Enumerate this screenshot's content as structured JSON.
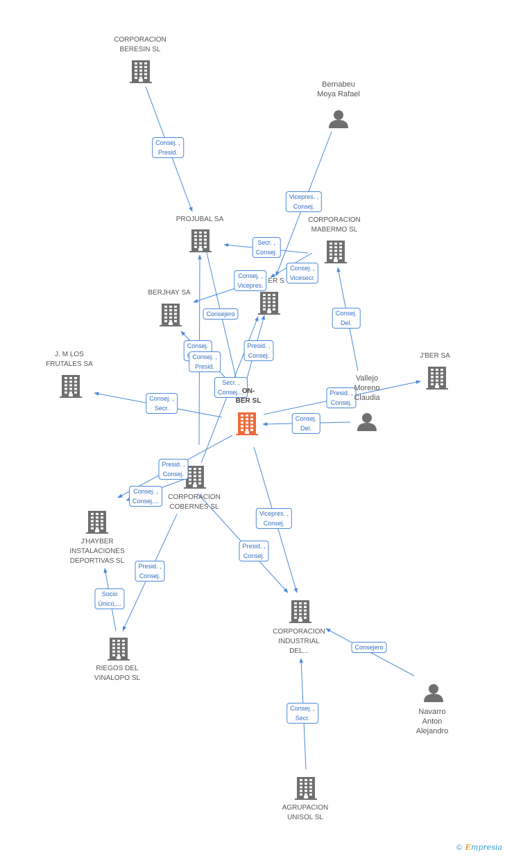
{
  "colors": {
    "edge": "#4a8ad8",
    "building": "#6f6f6f",
    "focus": "#ef6a3a",
    "person": "#6f6f6f"
  },
  "nodes": [
    {
      "id": "beresin",
      "kind": "building",
      "label": [
        "CORPORACION",
        "BERESIN SL"
      ]
    },
    {
      "id": "bernabeu",
      "kind": "person",
      "label": [
        "Bernabeu",
        "Moya Rafael"
      ]
    },
    {
      "id": "projubal",
      "kind": "building",
      "label": [
        "PROJUBAL SA"
      ]
    },
    {
      "id": "mabermo",
      "kind": "building",
      "label": [
        "CORPORACION",
        "MABERMO SL"
      ]
    },
    {
      "id": "berhidden",
      "kind": "building",
      "label": [
        "ER S"
      ]
    },
    {
      "id": "berjhay",
      "kind": "building",
      "label": [
        "BERJHAY SA"
      ]
    },
    {
      "id": "jmlos",
      "kind": "building",
      "label": [
        "J. M LOS",
        "FRUTALES SA"
      ]
    },
    {
      "id": "jber",
      "kind": "building",
      "label": [
        "J'BER SA"
      ]
    },
    {
      "id": "vallejo",
      "kind": "person",
      "label": [
        "Vallejo",
        "Moreno",
        "Claudia"
      ]
    },
    {
      "id": "focus",
      "kind": "focus",
      "label": [
        "ON-",
        "BER SL"
      ]
    },
    {
      "id": "cobernes",
      "kind": "building",
      "label": [
        "CORPORACION",
        "COBERNES SL"
      ]
    },
    {
      "id": "jhayber",
      "kind": "building",
      "label": [
        "J'HAYBER",
        "INSTALACIONES",
        "DEPORTIVAS SL"
      ]
    },
    {
      "id": "riegos",
      "kind": "building",
      "label": [
        "RIEGOS DEL",
        "VINALOPO SL"
      ]
    },
    {
      "id": "industrial",
      "kind": "building",
      "label": [
        "CORPORACION",
        "INDUSTRIAL",
        "DEL..."
      ]
    },
    {
      "id": "navarro",
      "kind": "person",
      "label": [
        "Navarro",
        "Anton",
        "Alejandro"
      ]
    },
    {
      "id": "unisol",
      "kind": "building",
      "label": [
        "AGRUPACION",
        "UNISOL  SL"
      ]
    }
  ],
  "edges": [
    {
      "from": "beresin",
      "to": "projubal",
      "label": [
        "Consej. ,",
        "Presid."
      ]
    },
    {
      "from": "bernabeu",
      "to": "berhidden",
      "label": [
        "Vicepres. ,",
        "Consej."
      ]
    },
    {
      "from": "mabermo",
      "to": "projubal",
      "label": [
        "Secr. ,",
        "Consej."
      ]
    },
    {
      "from": "mabermo",
      "to": "berhidden",
      "label": [
        "Consej. ,",
        "Vicesecr."
      ]
    },
    {
      "from": "focus",
      "to": "berjhay",
      "label": [
        "Consej. ,",
        "Vicepres."
      ]
    },
    {
      "from": "focus",
      "to": "projubal",
      "label": [
        "Consejero"
      ]
    },
    {
      "from": "focus",
      "to": "berhidden",
      "label": [
        "Presid. ,",
        "Consej."
      ]
    },
    {
      "from": "vallejo",
      "to": "mabermo",
      "label": [
        "Consej.",
        "Del."
      ]
    },
    {
      "from": "focus",
      "to": "berjhay",
      "label": [
        "Consej.",
        "Consej."
      ]
    },
    {
      "from": "cobernes",
      "to": "berjhay",
      "label": [
        "Consej. ,",
        "Presid."
      ]
    },
    {
      "from": "cobernes",
      "to": "berhidden",
      "label": [
        "Secr. ,",
        "Consej...."
      ]
    },
    {
      "from": "focus",
      "to": "jmlos",
      "label": [
        "Consej. ,",
        "Secr."
      ]
    },
    {
      "from": "focus",
      "to": "jber",
      "label": [
        "Presid. ,",
        "Consej."
      ]
    },
    {
      "from": "vallejo",
      "to": "focus",
      "label": [
        "Consej.",
        "Del."
      ]
    },
    {
      "from": "focus",
      "to": "jhayber",
      "label": [
        "Presid. ,",
        "Consej."
      ]
    },
    {
      "from": "cobernes",
      "to": "jhayber",
      "label": [
        "Consej. ,",
        "Consej...."
      ]
    },
    {
      "from": "focus",
      "to": "industrial",
      "label": [
        "Vicepres. ,",
        "Consej."
      ]
    },
    {
      "from": "cobernes",
      "to": "industrial",
      "label": [
        "Presid. ,",
        "Consej."
      ]
    },
    {
      "from": "cobernes",
      "to": "riegos",
      "label": [
        "Presid. ,",
        "Consej."
      ]
    },
    {
      "from": "riegos",
      "to": "jhayber",
      "label": [
        "Socio",
        "Único,..."
      ]
    },
    {
      "from": "navarro",
      "to": "industrial",
      "label": [
        "Consejero"
      ]
    },
    {
      "from": "unisol",
      "to": "industrial",
      "label": [
        "Consej. ,",
        "Secr."
      ]
    },
    {
      "from": "cobernes",
      "to": "projubal",
      "label": []
    }
  ],
  "brand": {
    "copyright": "©",
    "initial": "E",
    "name": "mpresia"
  }
}
